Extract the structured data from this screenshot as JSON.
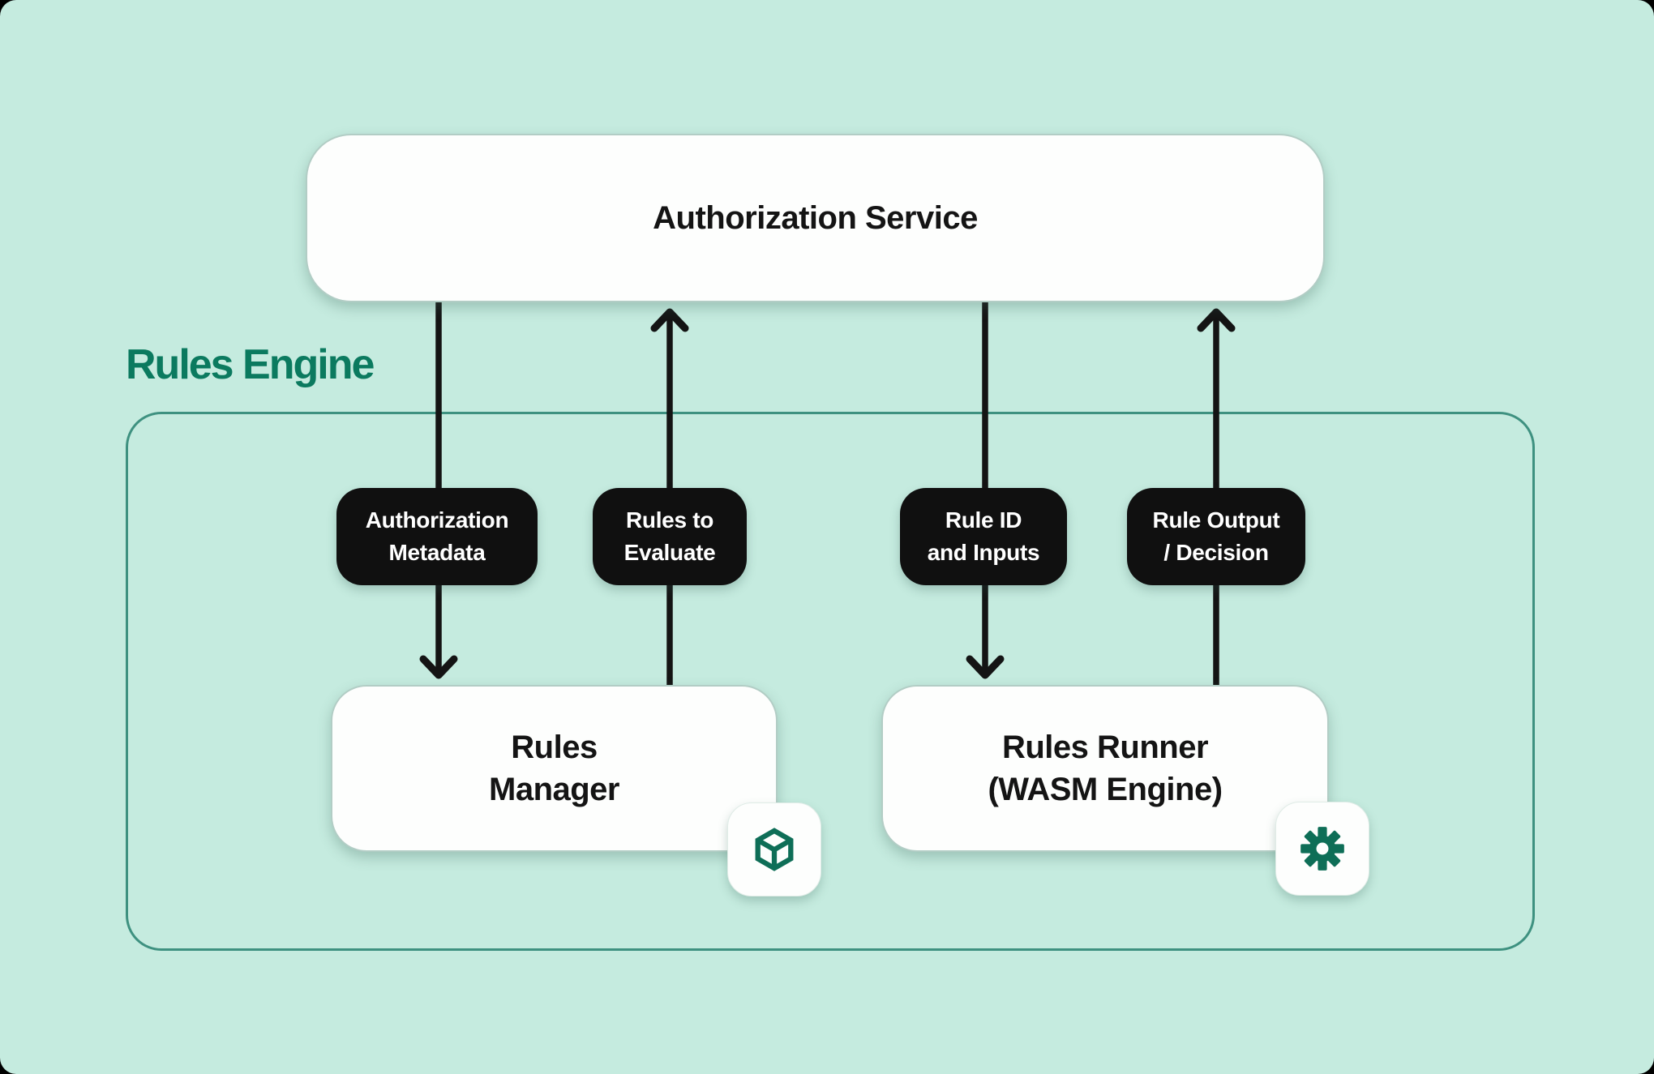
{
  "canvas": {
    "background_color": "#c5ebdf",
    "page_color_behind_corners": "#000000"
  },
  "colors": {
    "accent_green": "#0b7a5f",
    "group_border": "#3e9180",
    "pill_black": "#101010",
    "arrow_black": "#141414",
    "node_white": "#fdfefd",
    "icon_green": "#0e6e57"
  },
  "group": {
    "label": "Rules Engine"
  },
  "nodes": {
    "authorization_service": {
      "label": "Authorization Service"
    },
    "rules_manager": {
      "label_line1": "Rules",
      "label_line2": "Manager",
      "badge_icon": "cube-icon"
    },
    "rules_runner": {
      "label_line1": "Rules Runner",
      "label_line2": "(WASM Engine)",
      "badge_icon": "gear-icon"
    }
  },
  "edges": [
    {
      "id": "authorization-metadata",
      "label_line1": "Authorization",
      "label_line2": "Metadata",
      "direction": "down",
      "from": "Authorization Service",
      "to": "Rules Manager"
    },
    {
      "id": "rules-to-evaluate",
      "label_line1": "Rules to",
      "label_line2": "Evaluate",
      "direction": "up",
      "from": "Rules Manager",
      "to": "Authorization Service"
    },
    {
      "id": "rule-id-and-inputs",
      "label_line1": "Rule ID",
      "label_line2": "and Inputs",
      "direction": "down",
      "from": "Authorization Service",
      "to": "Rules Runner"
    },
    {
      "id": "rule-output-decision",
      "label_line1": "Rule Output",
      "label_line2": "/ Decision",
      "direction": "up",
      "from": "Rules Runner",
      "to": "Authorization Service"
    }
  ]
}
